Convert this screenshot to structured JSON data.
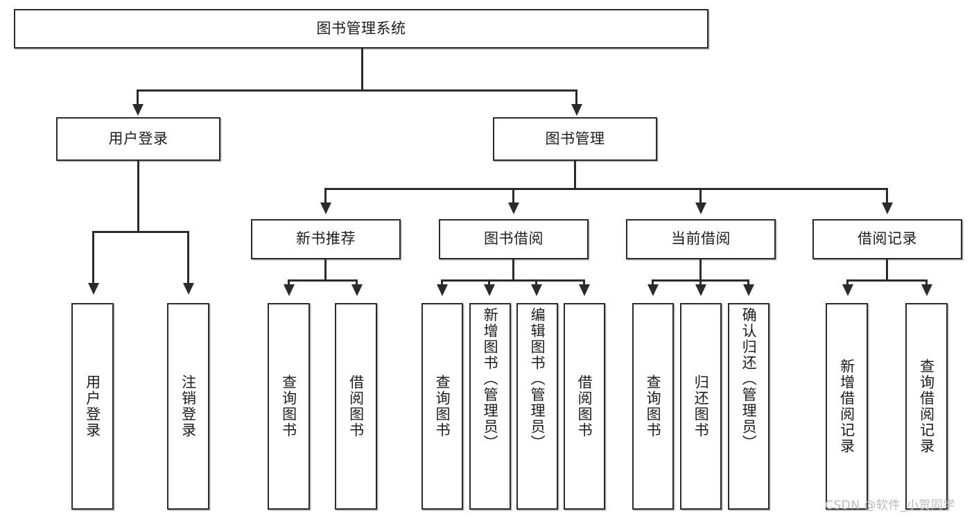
{
  "diagram": {
    "type": "hierarchy-tree",
    "title": "图书管理系统",
    "root": {
      "label": "图书管理系统"
    },
    "level2": [
      {
        "label": "用户登录"
      },
      {
        "label": "图书管理"
      }
    ],
    "level3": [
      {
        "label": "新书推荐"
      },
      {
        "label": "图书借阅"
      },
      {
        "label": "当前借阅"
      },
      {
        "label": "借阅记录"
      }
    ],
    "leaves": {
      "user_login": [
        {
          "label": "用户登录"
        },
        {
          "label": "注销登录"
        }
      ],
      "new_book_recommend": [
        {
          "label": "查询图书"
        },
        {
          "label": "借阅图书"
        }
      ],
      "book_borrow": [
        {
          "label": "查询图书"
        },
        {
          "label": "新增图书（管理员）"
        },
        {
          "label": "编辑图书（管理员）"
        },
        {
          "label": "借阅图书"
        }
      ],
      "current_borrow": [
        {
          "label": "查询图书"
        },
        {
          "label": "归还图书"
        },
        {
          "label": "确认归还（管理员）"
        }
      ],
      "borrow_record": [
        {
          "label": "新增借阅记录"
        },
        {
          "label": "查询借阅记录"
        }
      ]
    }
  },
  "watermark": {
    "text": "CSDN @软件_小贺同学"
  },
  "colors": {
    "stroke": "#2b2b2b",
    "fill": "#ffffff",
    "text": "#1c1c1c",
    "watermark": "#b9b9b9"
  }
}
